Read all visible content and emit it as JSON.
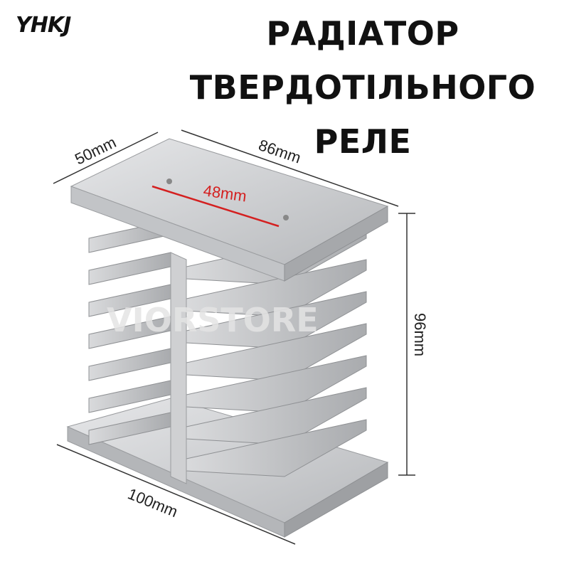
{
  "logo": "YHKJ",
  "title": [
    "РАДІАТОР",
    "ТВЕРДОТІЛЬНОГО",
    "РЕЛЕ"
  ],
  "watermark": "VIORSTORE",
  "dimensions": {
    "depth": "50mm",
    "width_top": "86mm",
    "hole_spacing": "48mm",
    "height": "96mm",
    "length_base": "100mm"
  },
  "colors": {
    "hole_spacing_line": "#d42020",
    "aluminum": "#c9cacc"
  }
}
